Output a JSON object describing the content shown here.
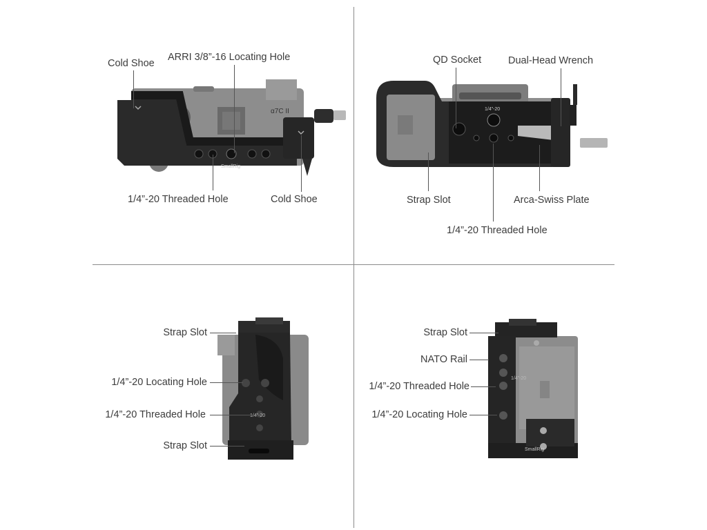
{
  "top_left": {
    "cold_shoe_left": "Cold Shoe",
    "arri_hole": "ARRI 3/8”-16 Locating Hole",
    "threaded_hole": "1/4”-20 Threaded Hole",
    "cold_shoe_right": "Cold Shoe",
    "camera_model_mark": "α7C II",
    "brand_mark": "SmallRig"
  },
  "top_right": {
    "qd_socket": "QD Socket",
    "dual_head_wrench": "Dual-Head Wrench",
    "strap_slot": "Strap Slot",
    "arca_swiss_plate": "Arca-Swiss Plate",
    "threaded_hole": "1/4”-20 Threaded Hole",
    "plate_mark": "1/4”-20"
  },
  "bottom_left": {
    "strap_slot_top": "Strap Slot",
    "locating_hole": "1/4”-20 Locating Hole",
    "threaded_hole": "1/4”-20 Threaded Hole",
    "strap_slot_bottom": "Strap Slot",
    "side_mark": "1/4”-20"
  },
  "bottom_right": {
    "strap_slot": "Strap Slot",
    "nato_rail": "NATO Rail",
    "threaded_hole": "1/4”-20 Threaded Hole",
    "locating_hole": "1/4”-20 Locating Hole",
    "side_mark": "1/4”-20",
    "brand_mark": "SmallRig"
  }
}
